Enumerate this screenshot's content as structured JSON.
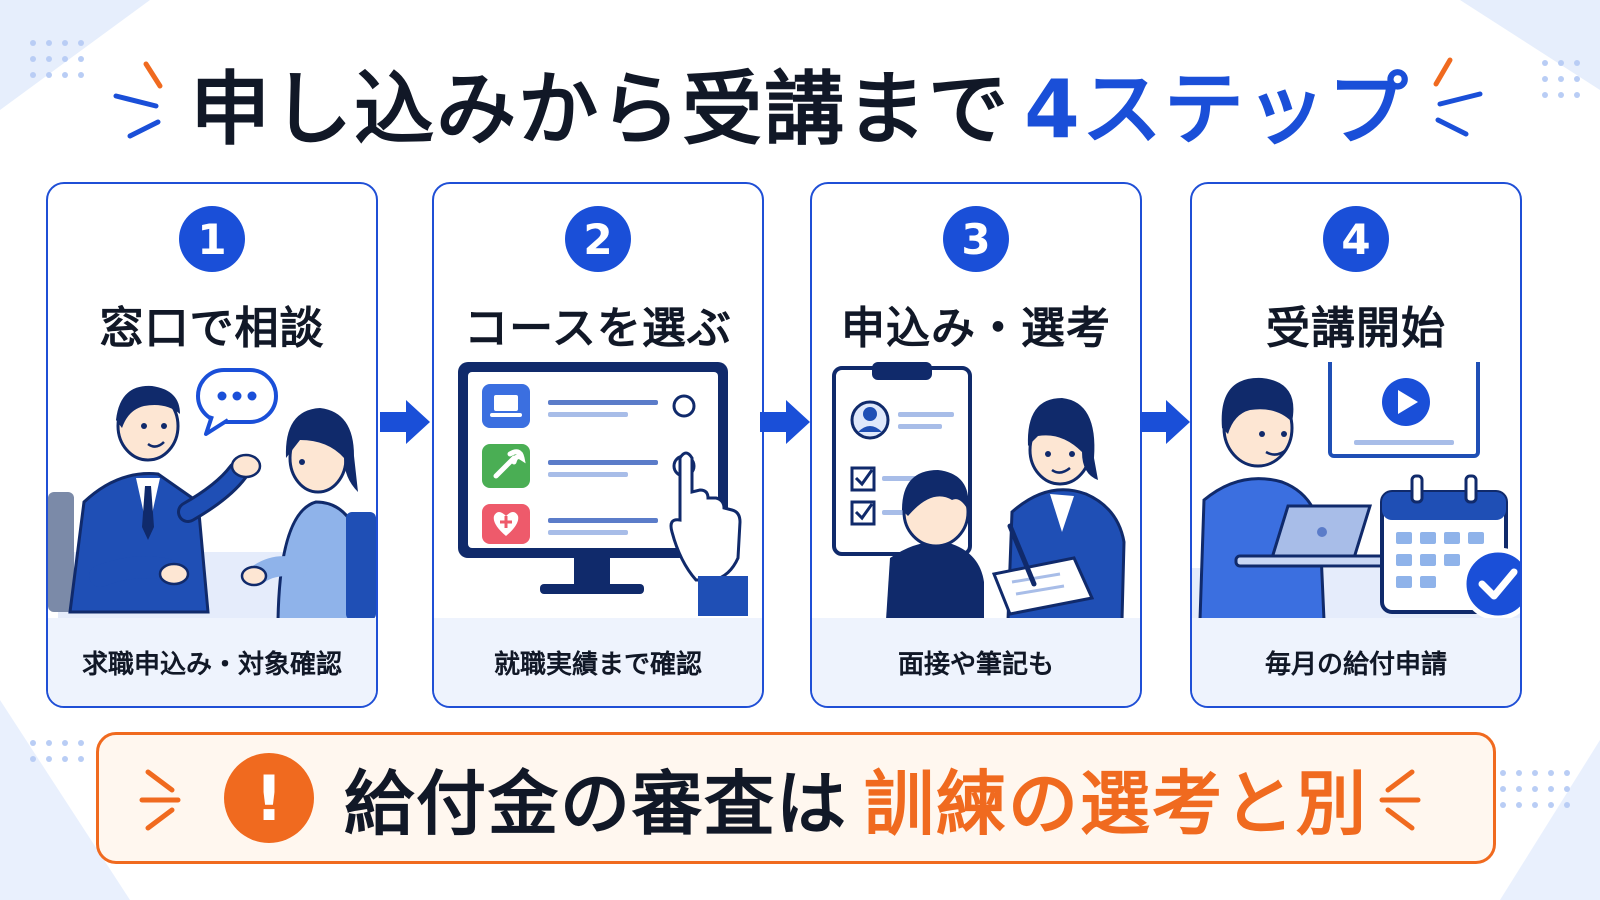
{
  "title": {
    "main": "申し込みから受講まで",
    "accent": "4ステップ"
  },
  "steps": [
    {
      "number": "1",
      "title": "窓口で相談",
      "caption": "求職申込み・対象確認",
      "icon": "consultation-illustration"
    },
    {
      "number": "2",
      "title": "コースを選ぶ",
      "caption": "就職実績まで確認",
      "icon": "course-selection-illustration"
    },
    {
      "number": "3",
      "title": "申込み・選考",
      "caption": "面接や筆記も",
      "icon": "application-screening-illustration"
    },
    {
      "number": "4",
      "title": "受講開始",
      "caption": "毎月の給付申請",
      "icon": "training-start-illustration"
    }
  ],
  "note": {
    "text": "給付金の審査は",
    "highlight": "訓練の選考と別",
    "icon": "exclamation-icon"
  },
  "colors": {
    "blue": "#1a4fd8",
    "orange": "#f06a1f",
    "text": "#111827",
    "light_blue": "#eef3fd"
  }
}
